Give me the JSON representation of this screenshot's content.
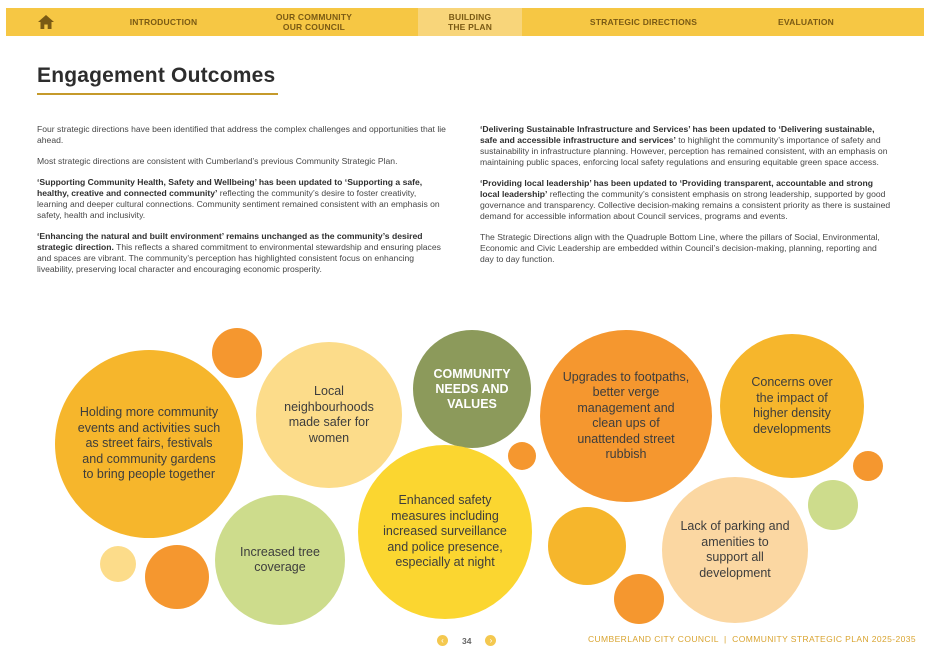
{
  "nav": {
    "items": [
      {
        "label_1": "INTRODUCTION",
        "label_2": ""
      },
      {
        "label_1": "OUR COMMUNITY",
        "label_2": "OUR COUNCIL"
      },
      {
        "label_1": "BUILDING",
        "label_2": "THE PLAN"
      },
      {
        "label_1": "STRATEGIC DIRECTIONS",
        "label_2": ""
      },
      {
        "label_1": "EVALUATION",
        "label_2": ""
      }
    ],
    "active_index": 2,
    "home_icon": "home-icon"
  },
  "page": {
    "title": "Engagement Outcomes"
  },
  "left_column": {
    "p1": "Four strategic directions have been identified that address the complex challenges and opportunities that lie ahead.",
    "p2": "Most strategic directions are consistent with Cumberland’s previous Community Strategic Plan.",
    "p3_bold": "‘Supporting Community Health, Safety and Wellbeing’ has been updated to ‘Supporting a safe, healthy, creative and connected community’",
    "p3_rest": " reflecting the community’s desire to foster creativity, learning and deeper cultural connections. Community sentiment remained consistent with an emphasis on safety, health and inclusivity.",
    "p4_bold": "‘Enhancing the natural and built environment’ remains unchanged as the community’s desired strategic direction.",
    "p4_rest": " This reflects a shared commitment to environmental stewardship and ensuring places and spaces are vibrant. The community’s perception has highlighted consistent focus on enhancing liveability, preserving local character and encouraging economic prosperity."
  },
  "right_column": {
    "p1_bold": "‘Delivering Sustainable Infrastructure and Services’ has been updated to ‘Delivering sustainable, safe and accessible infrastructure and services’",
    "p1_rest": " to highlight the community’s importance of safety and sustainability in infrastructure planning. However, perception has remained consistent, with an emphasis on maintaining public spaces, enforcing local safety regulations and ensuring equitable green space access.",
    "p2_bold": "‘Providing local leadership’ has been updated to ‘Providing transparent, accountable and strong local leadership’",
    "p2_rest": " reflecting the community’s consistent emphasis on strong leadership, supported by good governance and transparency. Collective decision-making remains a consistent priority as there is sustained demand for accessible information about Council services, programs and events.",
    "p3": "The Strategic Directions align with the Quadruple Bottom Line, where the pillars of Social, Environmental, Economic and Civic Leadership are embedded within Council’s decision-making, planning, reporting and day to day function."
  },
  "bubbles": {
    "center": "COMMUNITY NEEDS AND VALUES",
    "events": "Holding more community events and activities such as street fairs, festivals and community gardens to bring people together",
    "neighbourhoods": "Local neighbourhoods made safer for women",
    "trees": "Increased tree coverage",
    "safety": "Enhanced safety measures including increased surveillance and police presence, especially at night",
    "footpaths": "Upgrades to footpaths, better verge management and clean ups of unattended street rubbish",
    "density": "Concerns over the impact of higher density developments",
    "parking": "Lack of parking and amenities to support all development"
  },
  "colors": {
    "nav_bar": "#f6c744",
    "accent_gold": "#c59a2b",
    "olive": "#8c9a5b",
    "amber": "#f6b62c",
    "light_yellow": "#fcdc8a",
    "bright_yellow": "#fbd630",
    "orange": "#f5972f",
    "light_orange": "#f8b86a",
    "pale_peach": "#fbd7a2",
    "light_green": "#cddc8c",
    "footer_gold": "#d9a430"
  },
  "footer": {
    "page_number": "34",
    "document": "CUMBERLAND CITY COUNCIL  |  COMMUNITY STRATEGIC PLAN 2025-2035",
    "prev_icon": "chevron-left-icon",
    "next_icon": "chevron-right-icon"
  }
}
